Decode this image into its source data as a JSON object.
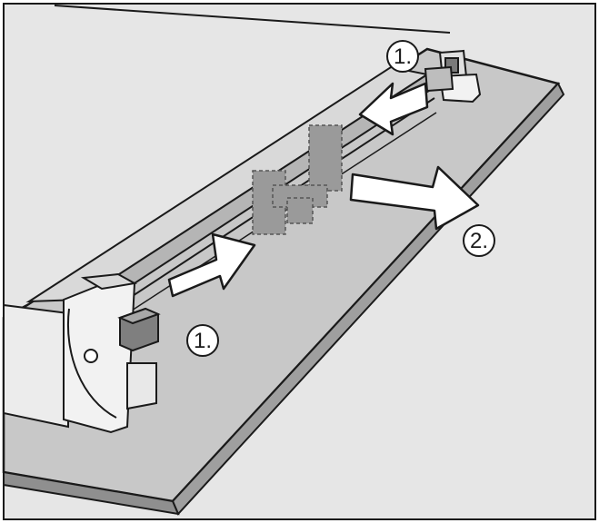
{
  "illustration": {
    "steps": {
      "step_1_right": "1.",
      "step_1_left": "1.",
      "step_2": "2."
    },
    "colors": {
      "background": "#e6e6e6",
      "shelf": "#c7c7c7",
      "outline": "#1a1a1a",
      "dashed_part": "#9a9a9a",
      "arrow_fill": "#ffffff"
    }
  }
}
